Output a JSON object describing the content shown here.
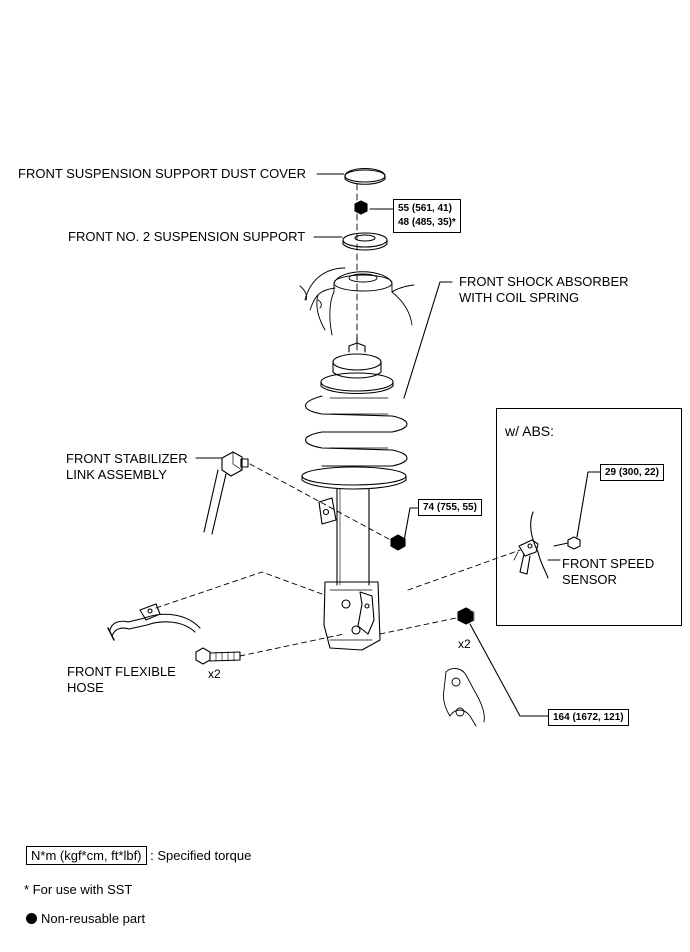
{
  "labels": {
    "dust_cover": "FRONT SUSPENSION SUPPORT DUST COVER",
    "support": "FRONT NO. 2 SUSPENSION SUPPORT",
    "shock_line1": "FRONT SHOCK ABSORBER",
    "shock_line2": "WITH COIL SPRING",
    "stabilizer_line1": "FRONT STABILIZER",
    "stabilizer_line2": "LINK ASSEMBLY",
    "hose_line1": "FRONT FLEXIBLE",
    "hose_line2": "HOSE",
    "speed_line1": "FRONT SPEED",
    "speed_line2": "SENSOR"
  },
  "torques": {
    "nut_top_1": "55 (561, 41)",
    "nut_top_2": "48 (485, 35)*",
    "stab_nut": "74 (755, 55)",
    "sensor_bolt": "29 (300, 22)",
    "knuckle": "164 (1672, 121)"
  },
  "quantities": {
    "bolt": "x2",
    "nut": "x2"
  },
  "abs_box": {
    "title": "w/ ABS:"
  },
  "legend": {
    "torque_unit": "N*m (kgf*cm, ft*lbf)",
    "torque_text": ": Specified torque",
    "sst_note": "* For use with SST",
    "nonreusable": "Non-reusable part"
  }
}
